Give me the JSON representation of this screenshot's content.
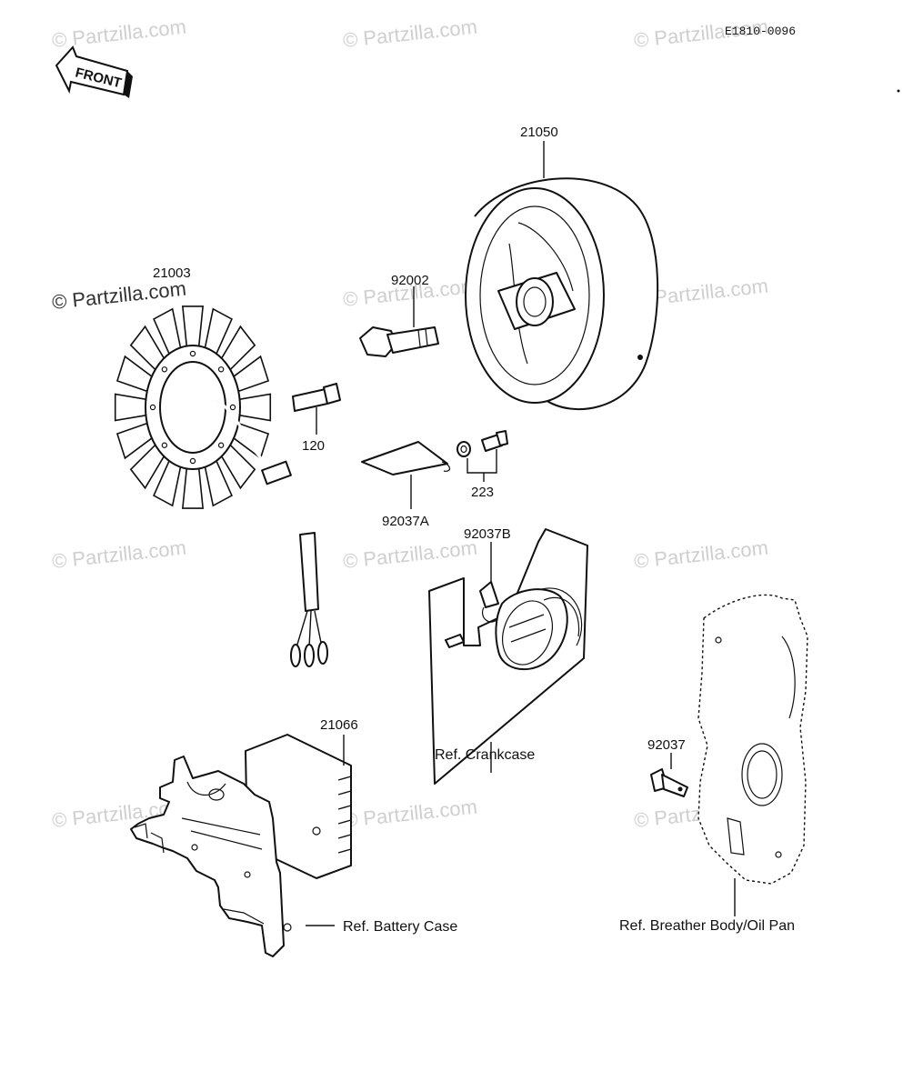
{
  "diagram_code": "E1810-0096",
  "front_label": "FRONT",
  "watermark": "© Partzilla.com",
  "parts": {
    "stator": "21003",
    "rotor": "21050",
    "rotor_bolt": "92002",
    "bolt_120": "120",
    "clamp_a": "92037A",
    "bolt_223": "223",
    "clamp_b": "92037B",
    "regulator": "21066",
    "clamp": "92037"
  },
  "refs": {
    "crankcase": "Ref. Crankcase",
    "battery_case": "Ref. Battery Case",
    "breather": "Ref. Breather Body/Oil Pan"
  }
}
